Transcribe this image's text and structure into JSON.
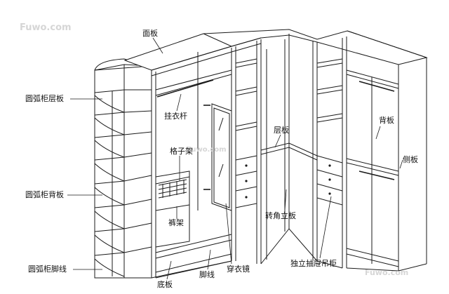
{
  "watermarks": {
    "top_left": "Fuwo.com",
    "center": "Fuwo.com",
    "bottom_right": "Fuwo.com"
  },
  "labels": {
    "top_panel": "面板",
    "arc_shelf": "圆弧柜层板",
    "hanging_rod": "挂衣杆",
    "grid_rack": "格子架",
    "arc_back": "圆弧柜背板",
    "pants_rack": "裤架",
    "arc_base": "圆弧柜脚线",
    "bottom_panel": "底板",
    "skirting": "脚线",
    "mirror": "穿衣镜",
    "shelf": "层板",
    "partition": "转角立板",
    "drawer_cabinet": "独立抽屉吊柜",
    "back_panel": "背板",
    "side_panel": "侧板"
  }
}
